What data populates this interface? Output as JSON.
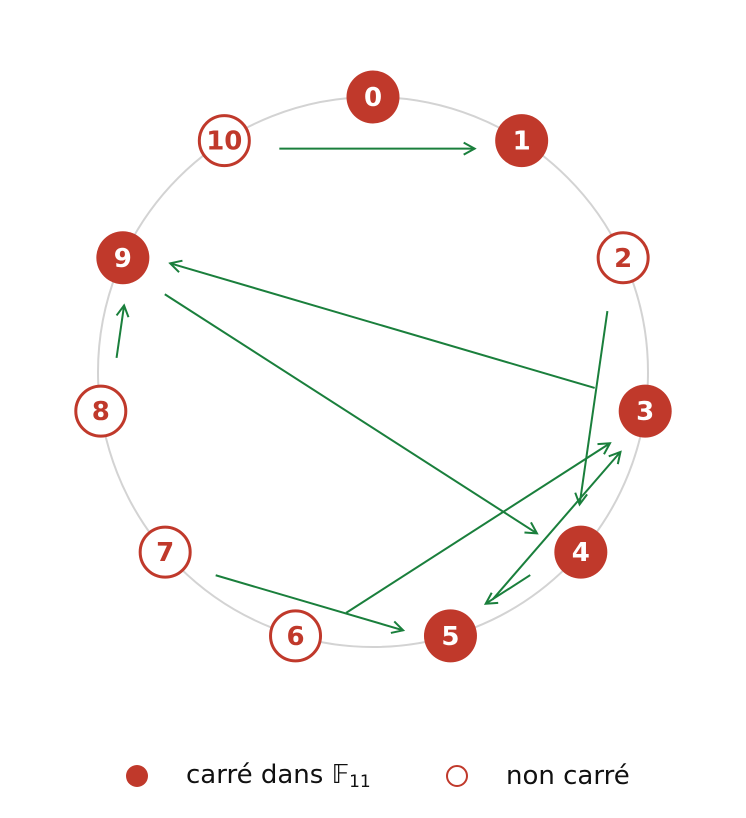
{
  "colors": {
    "square_fill": "#c0392b",
    "nonsquare_stroke": "#c0392b",
    "arrow": "#1a7f3c",
    "ring": "#d3d3d3",
    "square_text": "#ffffff",
    "nonsquare_text": "#c0392b"
  },
  "nodes": [
    {
      "label": "0",
      "square": true
    },
    {
      "label": "1",
      "square": true
    },
    {
      "label": "2",
      "square": false
    },
    {
      "label": "3",
      "square": true
    },
    {
      "label": "4",
      "square": true
    },
    {
      "label": "5",
      "square": true
    },
    {
      "label": "6",
      "square": false
    },
    {
      "label": "7",
      "square": false
    },
    {
      "label": "8",
      "square": false
    },
    {
      "label": "9",
      "square": true
    },
    {
      "label": "10",
      "square": false
    }
  ],
  "edges": [
    {
      "from": 10,
      "to": 1
    },
    {
      "from": 2,
      "to": 4
    },
    {
      "from": 3,
      "to": 9
    },
    {
      "from": 4,
      "to": 5
    },
    {
      "from": 5,
      "to": 3
    },
    {
      "from": 6,
      "to": 3
    },
    {
      "from": 7,
      "to": 5
    },
    {
      "from": 8,
      "to": 9
    },
    {
      "from": 9,
      "to": 4
    }
  ],
  "legend": {
    "square_label": "carré dans 𝔽",
    "square_label_sub": "11",
    "nonsquare_label": "non carré"
  }
}
